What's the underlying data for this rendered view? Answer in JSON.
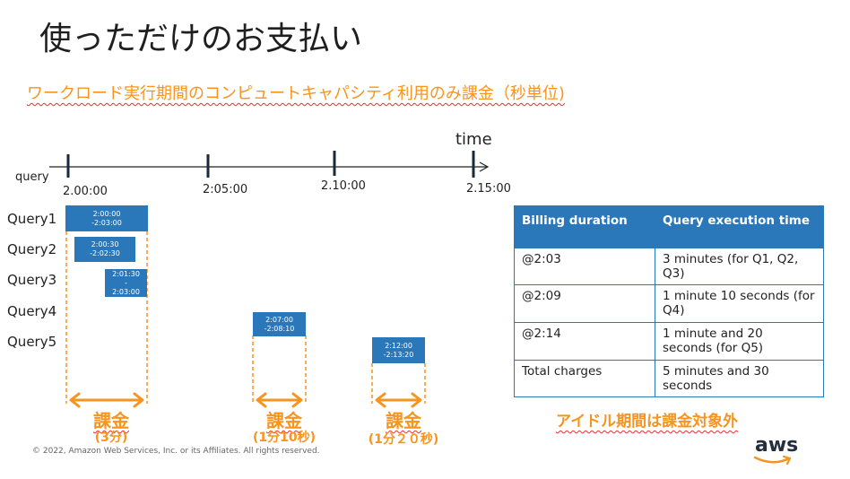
{
  "title": "使っただけのお支払い",
  "subtitle": "ワークロード実行期間のコンピュートキャパシティ利用のみ課金（秒単位)",
  "timeline": {
    "axis_label": "query",
    "time_label": "time",
    "ticks": [
      "2.00:00",
      "2:05:00",
      "2.10:00",
      "2.15:00"
    ]
  },
  "queries": [
    {
      "label": "Query1",
      "range": "2:00:00\n-2:03:00"
    },
    {
      "label": "Query2",
      "range": "2:00:30\n-2:02:30"
    },
    {
      "label": "Query3",
      "range": "2:01:30\n-\n2:03:00"
    },
    {
      "label": "Query4",
      "range": "2:07:00\n-2:08:10"
    },
    {
      "label": "Query5",
      "range": "2:12:00\n-2:13:20"
    }
  ],
  "billing_groups": [
    {
      "word": "課金",
      "detail": "(3分)"
    },
    {
      "word": "課金",
      "detail": "(1分10秒)"
    },
    {
      "word": "課金",
      "detail": "(1分２０秒)"
    }
  ],
  "table": {
    "headers": [
      "Billing duration",
      "Query execution time"
    ],
    "rows": [
      [
        "@2:03",
        "3 minutes (for Q1, Q2, Q3)"
      ],
      [
        "@2:09",
        "1 minute 10 seconds (for Q4)"
      ],
      [
        "@2:14",
        "1 minute and 20 seconds (for Q5)"
      ],
      [
        "Total charges",
        "5 minutes and 30 seconds"
      ]
    ]
  },
  "idle_note": "アイドル期間は課金対象外",
  "copyright": "© 2022, Amazon Web Services, Inc. or its Affiliates. All rights reserved.",
  "logo": "aws",
  "colors": {
    "accent": "#f7941d",
    "box": "#2a77ba",
    "squiggle": "#e83030"
  }
}
